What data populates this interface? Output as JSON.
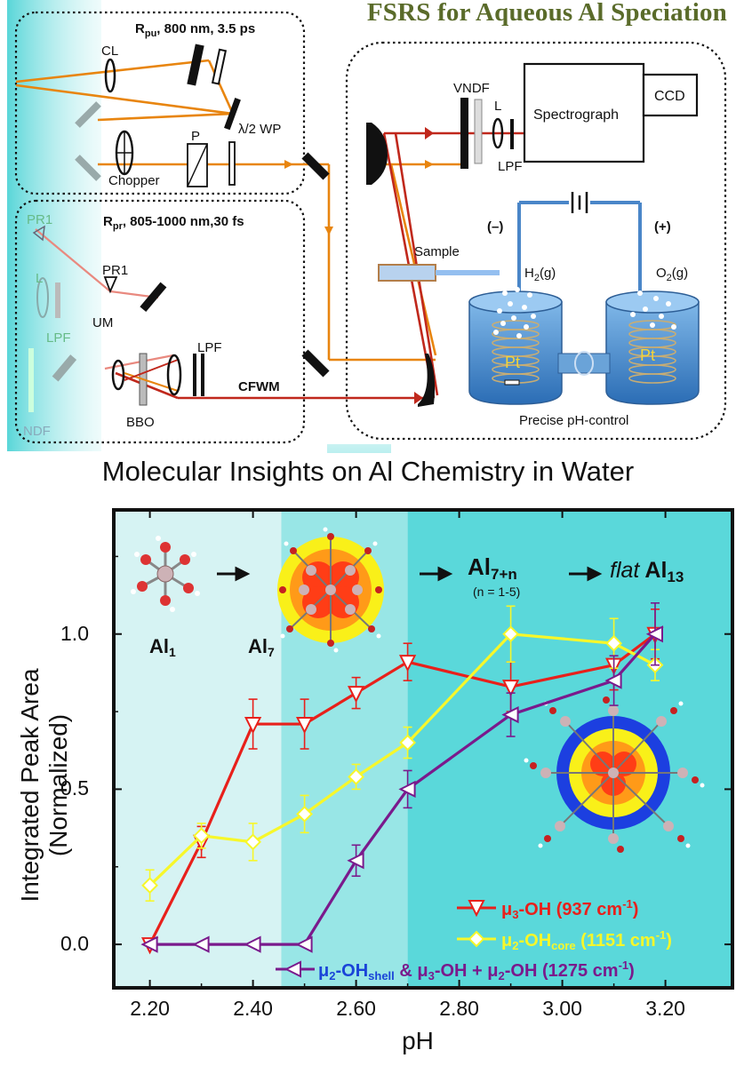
{
  "title": "FSRS for Aqueous Al Speciation",
  "subtitle": "Molecular Insights on Al Chemistry in Water",
  "setup": {
    "pump_label_main": "R",
    "pump_label_sub": "pu",
    "pump_label_rest": ", 800 nm, 3.5 ps",
    "probe_label_main": "R",
    "probe_label_sub": "pr",
    "probe_label_rest": ", 805-1000 nm,30 fs",
    "components": [
      "CL",
      "λ/2 WP",
      "P",
      "Chopper",
      "PR1",
      "PR1",
      "L",
      "LPF",
      "UM",
      "NDF",
      "BBO",
      "LPF",
      "CFWM",
      "VNDF",
      "L",
      "LPF",
      "Spectrograph",
      "CCD",
      "Sample"
    ],
    "electro": {
      "minus": "(–)",
      "plus": "(+)",
      "h2": "H",
      "h2_sub": "2",
      "h2_rest": "(g)",
      "o2": "O",
      "o2_sub": "2",
      "o2_rest": "(g)",
      "pt_left": "Pt",
      "pt_right": "Pt",
      "caption": "Precise pH-control"
    }
  },
  "species": {
    "al1": "Al",
    "al1_sub": "1",
    "al7": "Al",
    "al7_sub": "7",
    "al7n": "Al",
    "al7n_sub": "7+n",
    "al7n_note": "(n = 1-5)",
    "flat": "flat",
    "al13": "Al",
    "al13_sub": "13"
  },
  "colors": {
    "bg_light": "#d6f3f3",
    "bg_mid": "#98e6e6",
    "bg_dark": "#5ad8da",
    "red": "#e8201b",
    "yellow": "#f7f72a",
    "purple": "#7a1a8c",
    "legend_blue": "#1a44d8"
  },
  "chart_data": {
    "type": "line",
    "xlabel": "pH",
    "ylabel": "Integrated Peak Area (Normalized)",
    "xlim": [
      2.13,
      3.33
    ],
    "ylim": [
      -0.14,
      1.4
    ],
    "x_ticks": [
      "2.20",
      "2.40",
      "2.60",
      "2.80",
      "3.00",
      "3.20"
    ],
    "y_ticks": [
      "0.0",
      "0.5",
      "1.0"
    ],
    "regions": [
      {
        "from": 2.13,
        "to": 2.455
      },
      {
        "from": 2.455,
        "to": 2.7
      },
      {
        "from": 2.7,
        "to": 3.33
      }
    ],
    "series": [
      {
        "name": "μ3-OH  (937 cm-1)",
        "legend_main": "μ",
        "legend_sub": "3",
        "legend_rest": "-OH  (937 cm",
        "legend_sup": "-1",
        "legend_end": ")",
        "color": "#e8201b",
        "marker": "triangle-down",
        "x": [
          2.2,
          2.3,
          2.4,
          2.5,
          2.6,
          2.7,
          2.9,
          3.1,
          3.18
        ],
        "y": [
          0.0,
          0.33,
          0.71,
          0.71,
          0.81,
          0.91,
          0.83,
          0.9,
          1.0
        ],
        "err": [
          0.0,
          0.05,
          0.08,
          0.08,
          0.05,
          0.06,
          0.08,
          0.08,
          0.08
        ]
      },
      {
        "name": "μ2-OHcore (1151 cm-1)",
        "legend_main": "μ",
        "legend_sub": "2",
        "legend_rest": "-OH",
        "legend_sub2": "core",
        "legend_rest2": " (1151 cm",
        "legend_sup": "-1",
        "legend_end": ")",
        "color": "#f7f72a",
        "marker": "diamond",
        "x": [
          2.2,
          2.3,
          2.4,
          2.5,
          2.6,
          2.7,
          2.9,
          3.1,
          3.18
        ],
        "y": [
          0.19,
          0.35,
          0.33,
          0.42,
          0.54,
          0.65,
          1.0,
          0.97,
          0.9
        ],
        "err": [
          0.05,
          0.04,
          0.06,
          0.06,
          0.04,
          0.05,
          0.09,
          0.08,
          0.05
        ]
      },
      {
        "name": "μ2-OHshell & μ3-OH + μ2-OH (1275 cm-1)",
        "legend_main": "μ",
        "legend_sub": "2",
        "legend_rest": "-OH",
        "legend_sub2": "shell",
        "legend_rest2": " & μ",
        "legend_sub3": "3",
        "legend_rest3": "-OH + μ",
        "legend_sub4": "2",
        "legend_rest4": "-OH (1275 cm",
        "legend_sup": "-1",
        "legend_end": ")",
        "color": "#7a1a8c",
        "marker": "triangle-left",
        "x": [
          2.2,
          2.3,
          2.4,
          2.5,
          2.6,
          2.7,
          2.9,
          3.1,
          3.18
        ],
        "y": [
          0.0,
          0.0,
          0.0,
          0.0,
          0.27,
          0.5,
          0.74,
          0.85,
          1.0
        ],
        "err": [
          0.0,
          0.0,
          0.0,
          0.0,
          0.05,
          0.06,
          0.07,
          0.08,
          0.1
        ]
      }
    ]
  }
}
